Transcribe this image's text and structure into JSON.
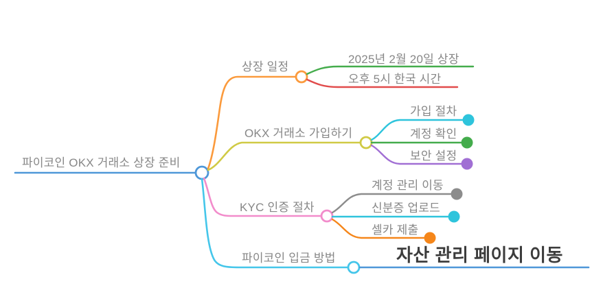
{
  "colors": {
    "blue": "#4e97d8",
    "orange": "#fb9a3c",
    "green": "#44ac4c",
    "red": "#e14b4b",
    "olive": "#d0ca45",
    "cyan": "#2ec4dc",
    "sky": "#45c6ea",
    "purple": "#a16fd4",
    "pink": "#f28ccb",
    "gray": "#8c8c8c",
    "orange_deep": "#f5861a",
    "label_text": "#878787",
    "emphasis_text": "#3c3c3c"
  },
  "mindmap": {
    "root": {
      "label": "파이코인 OKX 거래소 상장 준비",
      "color": "blue"
    },
    "branches": [
      {
        "label": "상장 일정",
        "color": "orange",
        "children": [
          {
            "label": "2025년 2월 20일 상장",
            "color": "green"
          },
          {
            "label": "오후 5시 한국 시간",
            "color": "red"
          }
        ]
      },
      {
        "label": "OKX 거래소 가입하기",
        "color": "olive",
        "children": [
          {
            "label": "가입 절차",
            "color": "cyan"
          },
          {
            "label": "계정 확인",
            "color": "green"
          },
          {
            "label": "보안 설정",
            "color": "purple"
          }
        ]
      },
      {
        "label": "KYC 인증 절차",
        "color": "pink",
        "children": [
          {
            "label": "계정 관리 이동",
            "color": "gray"
          },
          {
            "label": "신분증 업로드",
            "color": "cyan"
          },
          {
            "label": "셀카 제출",
            "color": "orange_deep"
          }
        ]
      },
      {
        "label": "파이코인 입금 방법",
        "color": "sky",
        "children": [
          {
            "label": "자산 관리 페이지 이동",
            "color": "blue",
            "emphasis": true
          }
        ]
      }
    ]
  }
}
